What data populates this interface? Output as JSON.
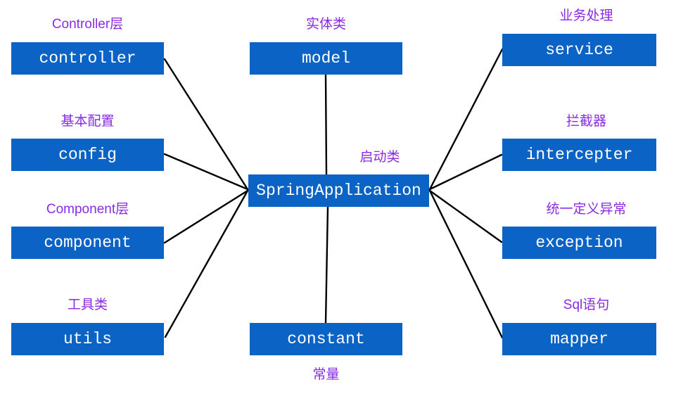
{
  "diagram": {
    "center_node": {
      "caption": "启动类",
      "label": "SpringApplication"
    },
    "left_nodes": [
      {
        "caption": "Controller层",
        "label": "controller"
      },
      {
        "caption": "基本配置",
        "label": "config"
      },
      {
        "caption": "Component层",
        "label": "component"
      },
      {
        "caption": "工具类",
        "label": "utils"
      }
    ],
    "middle_nodes": [
      {
        "caption": "实体类",
        "label": "model",
        "caption_position": "above"
      },
      {
        "caption": "常量",
        "label": "constant",
        "caption_position": "below"
      }
    ],
    "right_nodes": [
      {
        "caption": "业务处理",
        "label": "service"
      },
      {
        "caption": "拦截器",
        "label": "intercepter"
      },
      {
        "caption": "统一定义异常",
        "label": "exception"
      },
      {
        "caption": "Sql语句",
        "label": "mapper"
      }
    ],
    "edges": [
      {
        "from": "controller",
        "to": "SpringApplication"
      },
      {
        "from": "config",
        "to": "SpringApplication"
      },
      {
        "from": "component",
        "to": "SpringApplication"
      },
      {
        "from": "utils",
        "to": "SpringApplication"
      },
      {
        "from": "model",
        "to": "SpringApplication"
      },
      {
        "from": "constant",
        "to": "SpringApplication"
      },
      {
        "from": "service",
        "to": "SpringApplication"
      },
      {
        "from": "intercepter",
        "to": "SpringApplication"
      },
      {
        "from": "exception",
        "to": "SpringApplication"
      },
      {
        "from": "mapper",
        "to": "SpringApplication"
      }
    ],
    "colors": {
      "box_fill": "#0a63c5",
      "box_text": "#ffffff",
      "caption_text": "#8a2be2",
      "edge": "#000000",
      "background": "#ffffff"
    }
  }
}
